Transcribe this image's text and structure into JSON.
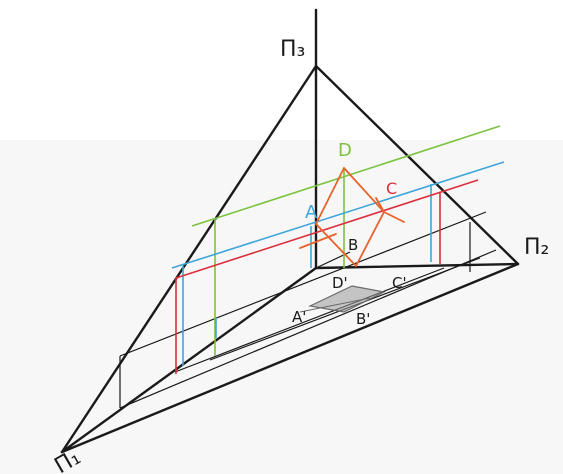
{
  "diagram": {
    "plane_labels": {
      "pi1": "Π₁",
      "pi2": "Π₂",
      "pi3": "Π₃"
    },
    "point_labels": {
      "A": "A",
      "B": "B",
      "C": "C",
      "D": "D",
      "A_prime": "A'",
      "B_prime": "B'",
      "C_prime": "C'",
      "D_prime": "D'"
    },
    "colors": {
      "axis": "#1a1a1a",
      "green": "#7cc241",
      "blue": "#3ea6dc",
      "red": "#dc2f3c",
      "orange": "#e8622a",
      "shadow": "#8a8a8a"
    }
  }
}
